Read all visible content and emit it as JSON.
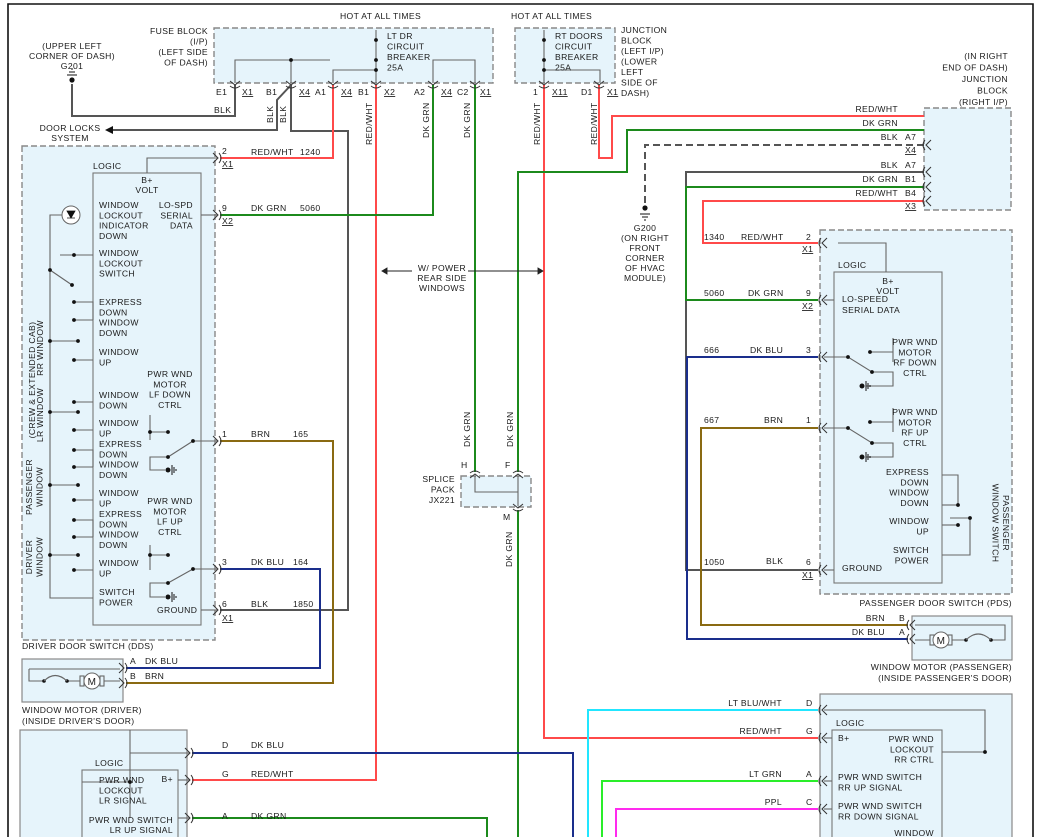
{
  "colors": {
    "red_wht": "#ff4a4a",
    "dk_grn": "#1c8a1c",
    "dk_blu": "#1a2e8c",
    "brn": "#8a6a12",
    "blk": "#555555",
    "lt_blu_wht": "#22e6ff",
    "lt_grn": "#2aee2a",
    "ppl": "#ff2aee",
    "module_fill": "#e6f4fb"
  },
  "fuse_block": {
    "hot": "HOT AT ALL TIMES",
    "label": [
      "FUSE BLOCK",
      "(I/P)",
      "(LEFT SIDE",
      "OF DASH)"
    ],
    "breaker": [
      "LT DR",
      "CIRCUIT",
      "BREAKER",
      "25A"
    ],
    "pins": {
      "e1": "E1",
      "e1_conn": "X1",
      "b1a": "B1",
      "b1a_conn": "X4",
      "a1": "A1",
      "a1_conn": "X4",
      "b1b": "B1",
      "b1b_conn": "X2",
      "a2": "A2",
      "a2_conn": "X4",
      "c2": "C2",
      "c2_conn": "X1"
    },
    "wire_labels": {
      "blk_ground": "BLK",
      "blk_1": "BLK",
      "blk_2": "BLK",
      "red_wht": "RED/WHT",
      "dk_grn_1": "DK GRN",
      "dk_grn_2": "DK GRN"
    }
  },
  "g201": [
    "(UPPER LEFT",
    "CORNER OF DASH)",
    "G201"
  ],
  "door_locks": [
    "DOOR LOCKS",
    "SYSTEM"
  ],
  "junction_left": {
    "hot": "HOT AT ALL TIMES",
    "breaker": [
      "RT DOORS",
      "CIRCUIT",
      "BREAKER",
      "25A"
    ],
    "label": [
      "JUNCTION",
      "BLOCK",
      "(LEFT I/P)",
      "(LOWER",
      "LEFT",
      "SIDE OF",
      "DASH)"
    ],
    "pins": {
      "p1": "1",
      "p1_conn": "X11",
      "d1": "D1",
      "d1_conn": "X1"
    },
    "wire_labels": {
      "w1": "RED/WHT",
      "w2": "RED/WHT"
    }
  },
  "junction_right": {
    "label": [
      "(IN RIGHT",
      "END OF DASH)",
      "JUNCTION",
      "BLOCK",
      "(RIGHT I/P)"
    ],
    "wires": [
      {
        "color": "RED/WHT",
        "pin": ""
      },
      {
        "color": "DK GRN",
        "pin": ""
      },
      {
        "color": "BLK",
        "pin": "A7",
        "conn": "X4"
      },
      {
        "color": "BLK",
        "pin": "A7"
      },
      {
        "color": "DK GRN",
        "pin": "B1"
      },
      {
        "color": "RED/WHT",
        "pin": "B4",
        "conn": "X3"
      }
    ]
  },
  "g200": [
    "G200",
    "(ON RIGHT",
    "FRONT",
    "CORNER",
    "OF HVAC",
    "MODULE)"
  ],
  "rear_windows": [
    "W/ POWER",
    "REAR SIDE",
    "WINDOWS"
  ],
  "splice": {
    "label": [
      "SPLICE",
      "PACK",
      "JX221"
    ],
    "pins": {
      "h": "H",
      "f": "F",
      "m": "M"
    },
    "wire_labels": {
      "h": "DK GRN",
      "f": "DK GRN",
      "m": "DK GRN"
    }
  },
  "dds": {
    "title": "DRIVER DOOR SWITCH (DDS)",
    "logic": "LOGIC",
    "bplus": [
      "B+",
      "VOLT"
    ],
    "lockout_indicator": [
      "WINDOW",
      "LOCKOUT",
      "INDICATOR",
      "DOWN"
    ],
    "serial": [
      "LO-SPD",
      "SERIAL",
      "DATA"
    ],
    "lockout_switch": [
      "WINDOW",
      "LOCKOUT",
      "SWITCH"
    ],
    "rr_express": [
      "EXPRESS",
      "DOWN",
      "WINDOW",
      "DOWN"
    ],
    "rr_up": [
      "WINDOW",
      "UP"
    ],
    "lf_down_ctrl": [
      "PWR WND",
      "MOTOR",
      "LF DOWN",
      "CTRL"
    ],
    "lr_down": [
      "WINDOW",
      "DOWN"
    ],
    "lr_up": [
      "WINDOW",
      "UP"
    ],
    "pass_express": [
      "EXPRESS",
      "DOWN",
      "WINDOW",
      "DOWN"
    ],
    "pass_up": [
      "WINDOW",
      "UP"
    ],
    "lf_up_ctrl": [
      "PWR WND",
      "MOTOR",
      "LF UP",
      "CTRL"
    ],
    "drv_express": [
      "EXPRESS",
      "DOWN",
      "WINDOW",
      "DOWN"
    ],
    "drv_up": [
      "WINDOW",
      "UP"
    ],
    "switch_power": [
      "SWITCH",
      "POWER"
    ],
    "ground": "GROUND",
    "side_crew": "(CREW & EXTENDED CAB)",
    "side_rr": "RR WINDOW",
    "side_lr": "LR WINDOW",
    "side_pass": [
      "PASSENGER",
      "WINDOW"
    ],
    "side_drv": [
      "DRIVER",
      "WINDOW"
    ],
    "pins": [
      {
        "pin": "2",
        "conn": "X1",
        "color": "RED/WHT",
        "circuit": "1240"
      },
      {
        "pin": "9",
        "conn": "X2",
        "color": "DK GRN",
        "circuit": "5060"
      },
      {
        "pin": "1",
        "color": "BRN",
        "circuit": "165"
      },
      {
        "pin": "3",
        "color": "DK BLU",
        "circuit": "164"
      },
      {
        "pin": "6",
        "conn": "X1",
        "color": "BLK",
        "circuit": "1850"
      }
    ]
  },
  "driver_motor": {
    "title": [
      "WINDOW MOTOR (DRIVER)",
      "(INSIDE DRIVER'S DOOR)"
    ],
    "motor": "M",
    "pins": [
      {
        "pin": "A",
        "color": "DK BLU"
      },
      {
        "pin": "B",
        "color": "BRN"
      }
    ]
  },
  "pds": {
    "title": "PASSENGER DOOR SWITCH (PDS)",
    "logic": "LOGIC",
    "bplus": [
      "B+",
      "VOLT"
    ],
    "serial": [
      "LO-SPEED",
      "SERIAL DATA"
    ],
    "rf_down_ctrl": [
      "PWR WND",
      "MOTOR",
      "RF DOWN",
      "CTRL"
    ],
    "rf_up_ctrl": [
      "PWR WND",
      "MOTOR",
      "RF UP",
      "CTRL"
    ],
    "express": [
      "EXPRESS",
      "DOWN",
      "WINDOW",
      "DOWN"
    ],
    "up": [
      "WINDOW",
      "UP"
    ],
    "switch_power": [
      "SWITCH",
      "POWER"
    ],
    "ground": "GROUND",
    "side": [
      "PASSENGER",
      "WINDOW SWITCH"
    ],
    "pins": [
      {
        "pin": "2",
        "conn": "X1",
        "color": "RED/WHT",
        "circuit": "1340"
      },
      {
        "pin": "9",
        "conn": "X2",
        "color": "DK GRN",
        "circuit": "5060"
      },
      {
        "pin": "3",
        "color": "DK BLU",
        "circuit": "666"
      },
      {
        "pin": "1",
        "color": "BRN",
        "circuit": "667"
      },
      {
        "pin": "6",
        "conn": "X1",
        "color": "BLK",
        "circuit": "1050"
      }
    ]
  },
  "passenger_motor": {
    "title": [
      "WINDOW MOTOR (PASSENGER)",
      "(INSIDE PASSENGER'S DOOR)"
    ],
    "motor": "M",
    "pins": [
      {
        "pin": "B",
        "color": "BRN"
      },
      {
        "pin": "A",
        "color": "DK BLU"
      }
    ]
  },
  "lr_switch": {
    "logic": "LOGIC",
    "lockout": [
      "PWR WND",
      "LOCKOUT",
      "LR SIGNAL"
    ],
    "bplus": "B+",
    "up_signal": [
      "PWR WND SWITCH",
      "LR UP SIGNAL"
    ],
    "pins": [
      {
        "pin": "D",
        "color": "DK BLU"
      },
      {
        "pin": "G",
        "color": "RED/WHT"
      },
      {
        "pin": "A",
        "color": "DK GRN"
      }
    ]
  },
  "rr_switch": {
    "logic": "LOGIC",
    "bplus": "B+",
    "lockout": [
      "PWR WND",
      "LOCKOUT",
      "RR CTRL"
    ],
    "up_signal": [
      "PWR WND SWITCH",
      "RR UP SIGNAL"
    ],
    "down_signal": [
      "PWR WND SWITCH",
      "RR DOWN SIGNAL"
    ],
    "window": "WINDOW",
    "pins": [
      {
        "pin": "D",
        "color": "LT BLU/WHT"
      },
      {
        "pin": "G",
        "color": "RED/WHT"
      },
      {
        "pin": "A",
        "color": "LT GRN"
      },
      {
        "pin": "C",
        "color": "PPL"
      }
    ]
  }
}
